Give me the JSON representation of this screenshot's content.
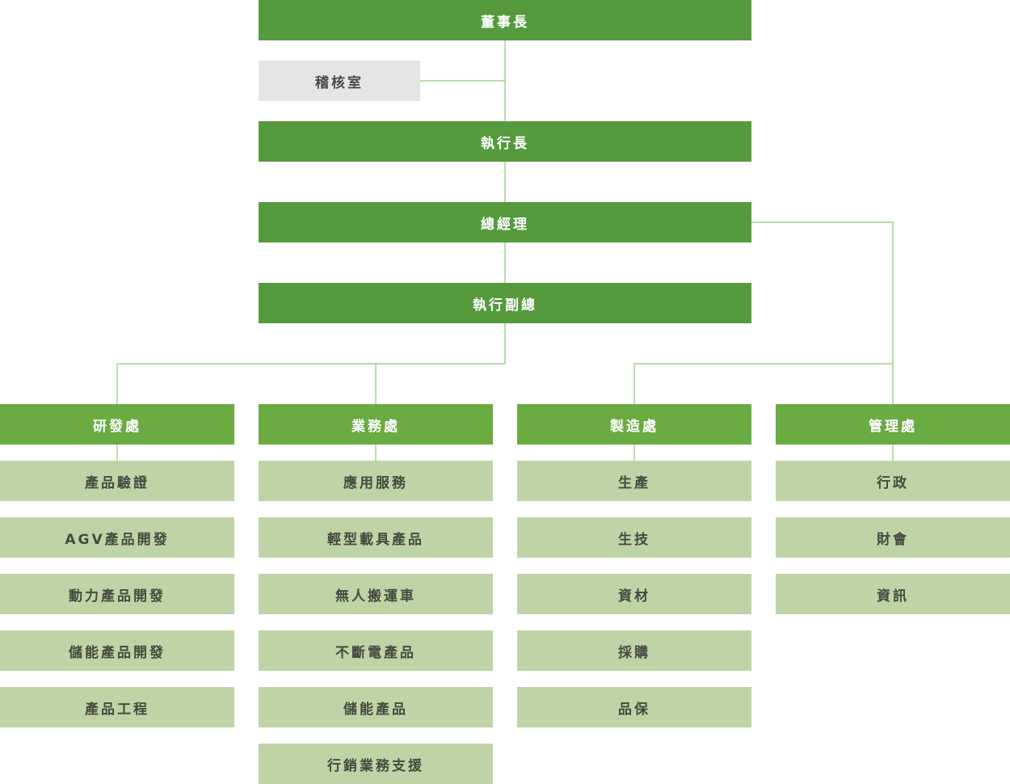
{
  "colors": {
    "executive": "#559a3d",
    "department": "#6aab42",
    "unit": "#bed4a6",
    "audit": "#e5e5e5",
    "connector": "#8dc77a"
  },
  "chairman": "董事長",
  "audit_office": "稽核室",
  "ceo": "執行長",
  "general_manager": "總經理",
  "executive_vp": "執行副總",
  "departments": [
    {
      "name": "研發處",
      "units": [
        "產品驗證",
        "AGV產品開發",
        "動力產品開發",
        "儲能產品開發",
        "產品工程"
      ]
    },
    {
      "name": "業務處",
      "units": [
        "應用服務",
        "輕型載具產品",
        "無人搬運車",
        "不斷電產品",
        "儲能產品",
        "行銷業務支援"
      ]
    },
    {
      "name": "製造處",
      "units": [
        "生產",
        "生技",
        "資材",
        "採購",
        "品保"
      ]
    },
    {
      "name": "管理處",
      "units": [
        "行政",
        "財會",
        "資訊"
      ]
    }
  ]
}
